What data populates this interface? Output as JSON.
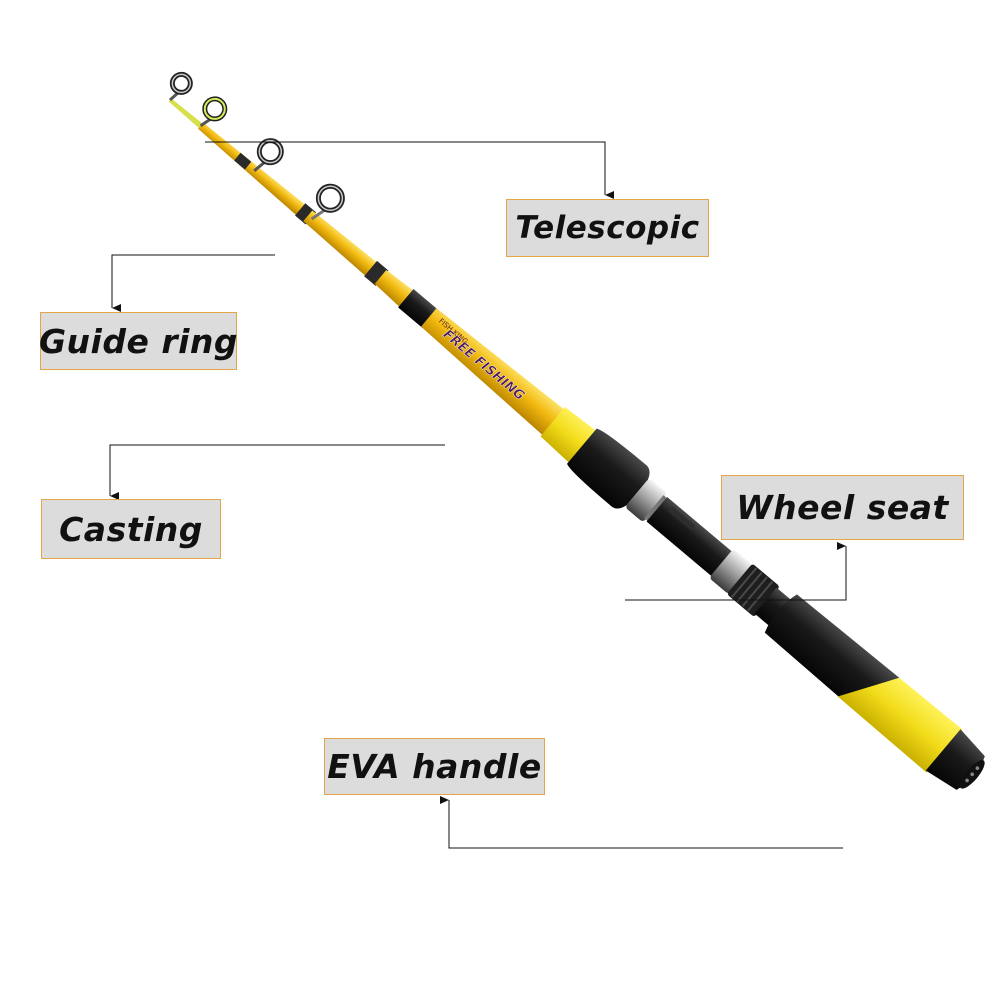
{
  "labels": {
    "telescopic": "Telescopic",
    "guide_ring": "Guide ring",
    "casting": "Casting",
    "wheel_seat": "Wheel seat",
    "eva_handle": "EVA handle"
  },
  "rod_print": {
    "brand": "FISH KING",
    "model": "FREE FISHING"
  },
  "colors": {
    "rod_yellow": "#f2b90f",
    "grip_black": "#1c1c1c",
    "grip_yellow": "#f2dc1a",
    "label_bg": "#dcdcdc",
    "label_border": "#e4a44a"
  }
}
